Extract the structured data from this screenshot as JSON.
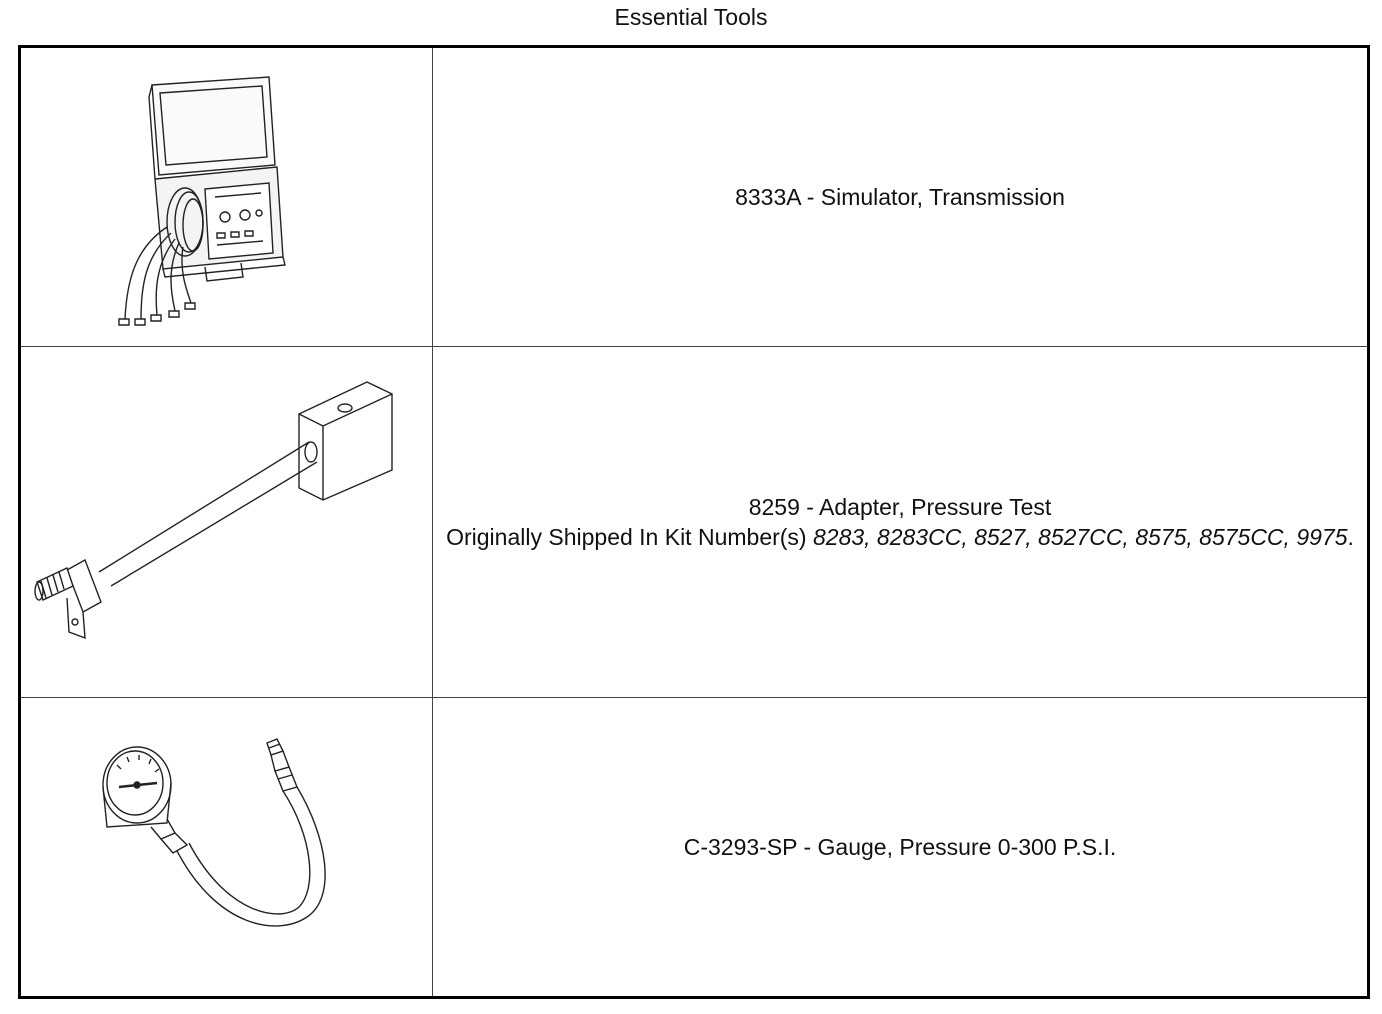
{
  "page": {
    "title": "Essential Tools"
  },
  "tools": [
    {
      "line1": "8333A - Simulator, Transmission",
      "illustration_icon": "transmission-simulator-case-icon"
    },
    {
      "line1": "8259 - Adapter, Pressure Test",
      "kit_prefix": "Originally Shipped In Kit Number(s) ",
      "kit_numbers_a": "8283, 8283CC, 8527, 8527CC, 8575, 8575CC,",
      "kit_numbers_b": "9975",
      "kit_suffix": ".",
      "illustration_icon": "pressure-test-adapter-icon"
    },
    {
      "line1": "C-3293-SP - Gauge, Pressure 0-300 P.S.I.",
      "illustration_icon": "pressure-gauge-hose-icon"
    }
  ]
}
